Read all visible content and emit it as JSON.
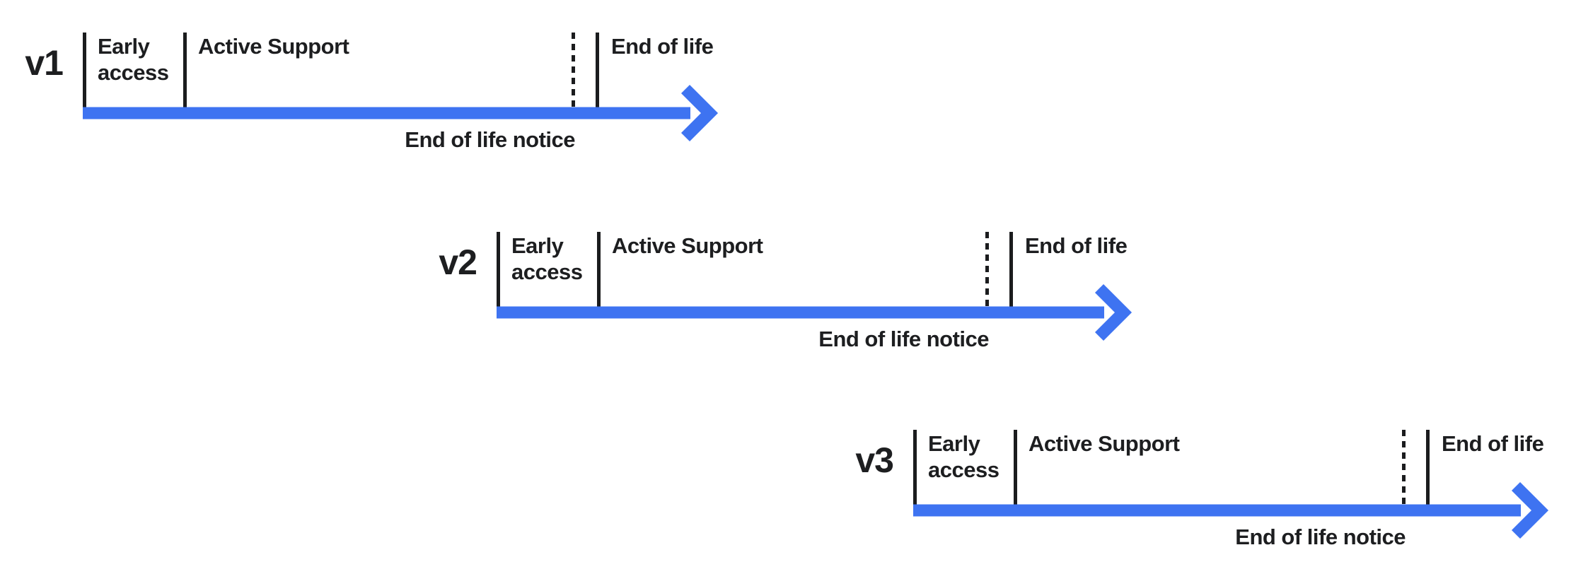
{
  "colors": {
    "arrow": "#3e73f1",
    "text": "#1d1e20",
    "tick": "#1b1c1e",
    "background": "#ffffff"
  },
  "rows": [
    {
      "version": "v1",
      "early_access_label": "Early access",
      "active_support_label": "Active Support",
      "end_of_life_label": "End of life",
      "eol_notice_label": "End of life notice"
    },
    {
      "version": "v2",
      "early_access_label": "Early access",
      "active_support_label": "Active Support",
      "end_of_life_label": "End of life",
      "eol_notice_label": "End of life notice"
    },
    {
      "version": "v3",
      "early_access_label": "Early access",
      "active_support_label": "Active Support",
      "end_of_life_label": "End of life",
      "eol_notice_label": "End of life notice"
    }
  ]
}
